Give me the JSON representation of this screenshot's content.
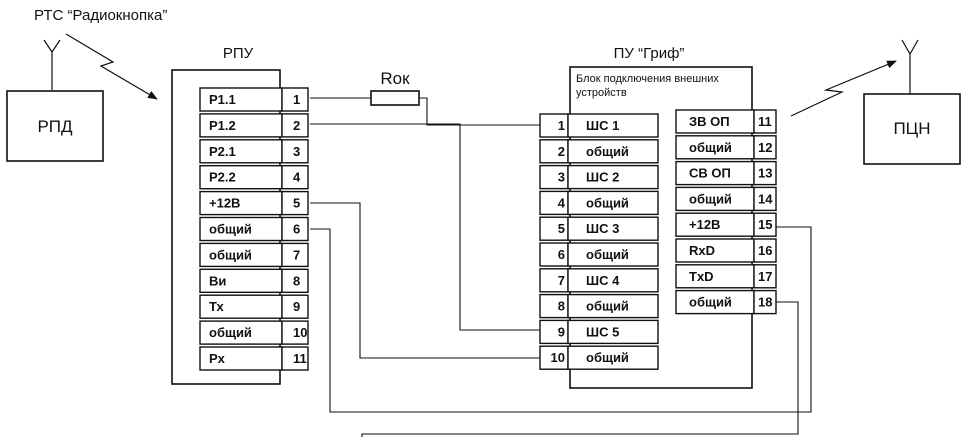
{
  "system_title": "РТС “Радиокнопка”",
  "rpd": {
    "label": "РПД"
  },
  "pcn": {
    "label": "ПЦН"
  },
  "rpu": {
    "label": "РПУ",
    "rows": [
      {
        "name": "Р1.1",
        "num": "1"
      },
      {
        "name": "Р1.2",
        "num": "2"
      },
      {
        "name": "Р2.1",
        "num": "3"
      },
      {
        "name": "Р2.2",
        "num": "4"
      },
      {
        "name": "+12В",
        "num": "5"
      },
      {
        "name": "общий",
        "num": "6"
      },
      {
        "name": "общий",
        "num": "7"
      },
      {
        "name": "Ви",
        "num": "8"
      },
      {
        "name": "Тх",
        "num": "9"
      },
      {
        "name": "общий",
        "num": "10"
      },
      {
        "name": "Рх",
        "num": "11"
      }
    ]
  },
  "resistor": {
    "label": "Rок"
  },
  "pu": {
    "label": "ПУ “Гриф”",
    "block_caption_1": "Блок подключения внешних",
    "block_caption_2": "устройств",
    "left_rows": [
      {
        "num": "1",
        "name": "ШС 1"
      },
      {
        "num": "2",
        "name": "общий"
      },
      {
        "num": "3",
        "name": "ШС 2"
      },
      {
        "num": "4",
        "name": "общий"
      },
      {
        "num": "5",
        "name": "ШС 3"
      },
      {
        "num": "6",
        "name": "общий"
      },
      {
        "num": "7",
        "name": "ШС 4"
      },
      {
        "num": "8",
        "name": "общий"
      },
      {
        "num": "9",
        "name": "ШС 5"
      },
      {
        "num": "10",
        "name": "общий"
      }
    ],
    "right_rows": [
      {
        "name": "ЗВ ОП",
        "num": "11"
      },
      {
        "name": "общий",
        "num": "12"
      },
      {
        "name": "СВ ОП",
        "num": "13"
      },
      {
        "name": "общий",
        "num": "14"
      },
      {
        "name": "+12В",
        "num": "15"
      },
      {
        "name": "RxD",
        "num": "16"
      },
      {
        "name": "TxD",
        "num": "17"
      },
      {
        "name": "общий",
        "num": "18"
      }
    ]
  }
}
